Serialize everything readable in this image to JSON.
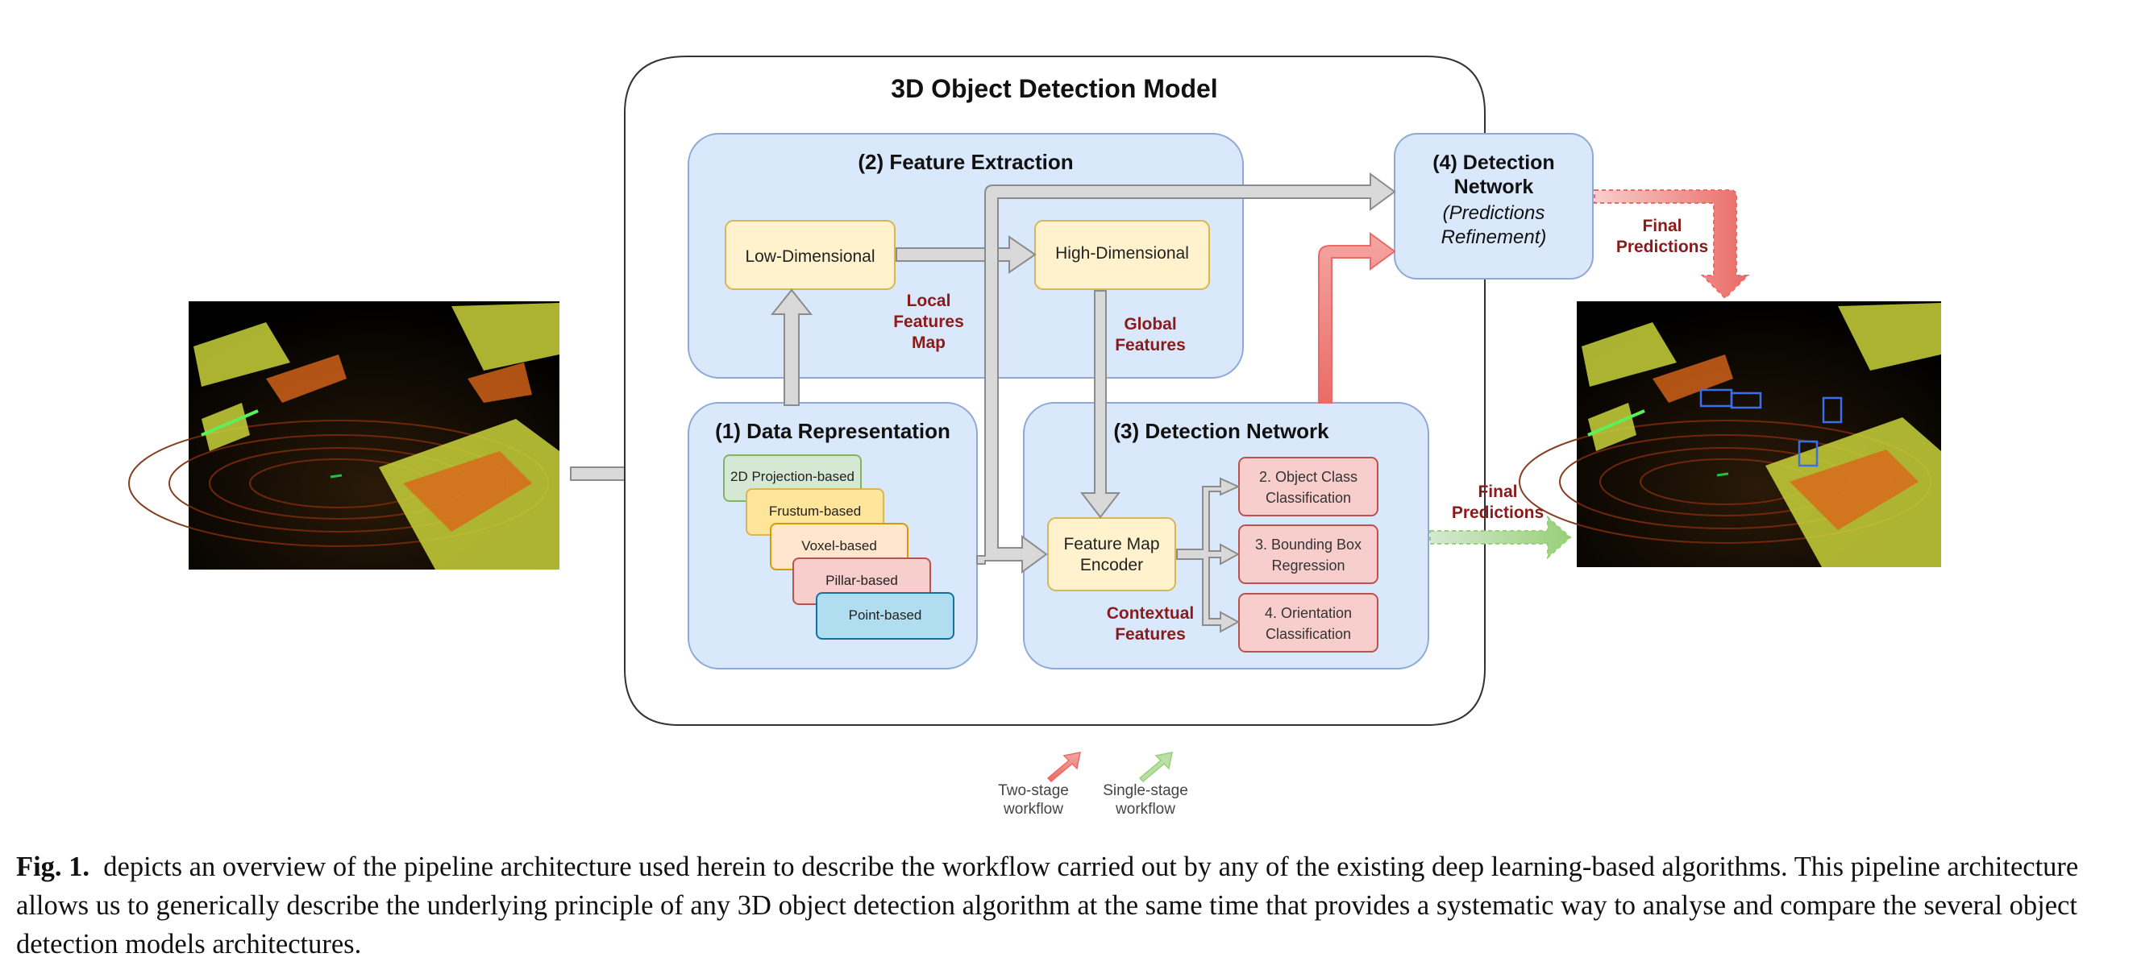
{
  "title": "3D Object Detection Model",
  "feature_extraction": {
    "title": "(2) Feature Extraction",
    "low_dim": "Low-Dimensional",
    "high_dim": "High-Dimensional",
    "local_features": [
      "Local",
      "Features",
      "Map"
    ],
    "global_features": [
      "Global",
      "Features"
    ]
  },
  "data_representation": {
    "title": "(1) Data Representation",
    "cards": [
      "2D Projection-based",
      "Frustum-based",
      "Voxel-based",
      "Pillar-based",
      "Point-based"
    ]
  },
  "detection_network_3": {
    "title": "(3) Detection Network",
    "encoder": [
      "Feature Map",
      "Encoder"
    ],
    "contextual": [
      "Contextual",
      "Features"
    ],
    "heads": [
      [
        "2. Object Class",
        "Classification"
      ],
      [
        "3. Bounding Box",
        "Regression"
      ],
      [
        "4. Orientation",
        "Classification"
      ]
    ]
  },
  "detection_network_4": {
    "title_lines": [
      "(4) Detection",
      "Network"
    ],
    "sub_lines": [
      "(Predictions",
      "Refinement)"
    ]
  },
  "final_predictions_top": [
    "Final",
    "Predictions"
  ],
  "final_predictions_right": [
    "Final",
    "Predictions"
  ],
  "legend": {
    "two_stage": [
      "Two-stage",
      "workflow"
    ],
    "single_stage": [
      "Single-stage",
      "workflow"
    ]
  },
  "caption": {
    "label": "Fig. 1.",
    "text": "depicts an overview of the pipeline architecture used herein to describe the workflow carried out by any of the existing deep learning-based algorithms. This pipeline architecture allows us to generically describe the underlying principle of any 3D object detection algorithm at the same time that provides a systematic way to analyse and compare the several object detection models architectures."
  },
  "colors": {
    "panel_blue": "#dae8fc",
    "panel_blue_border": "#8fa9d6",
    "yellow_box": "#fff2cc",
    "yellow_border": "#d6b656",
    "red_box": "#f8cecc",
    "red_border": "#b85450",
    "dark_red_text": "#8b1a1a",
    "two_stage_arrow": "#ea6b66",
    "single_stage_arrow": "#97d077",
    "gray_arrow": "#d9d9d9"
  }
}
